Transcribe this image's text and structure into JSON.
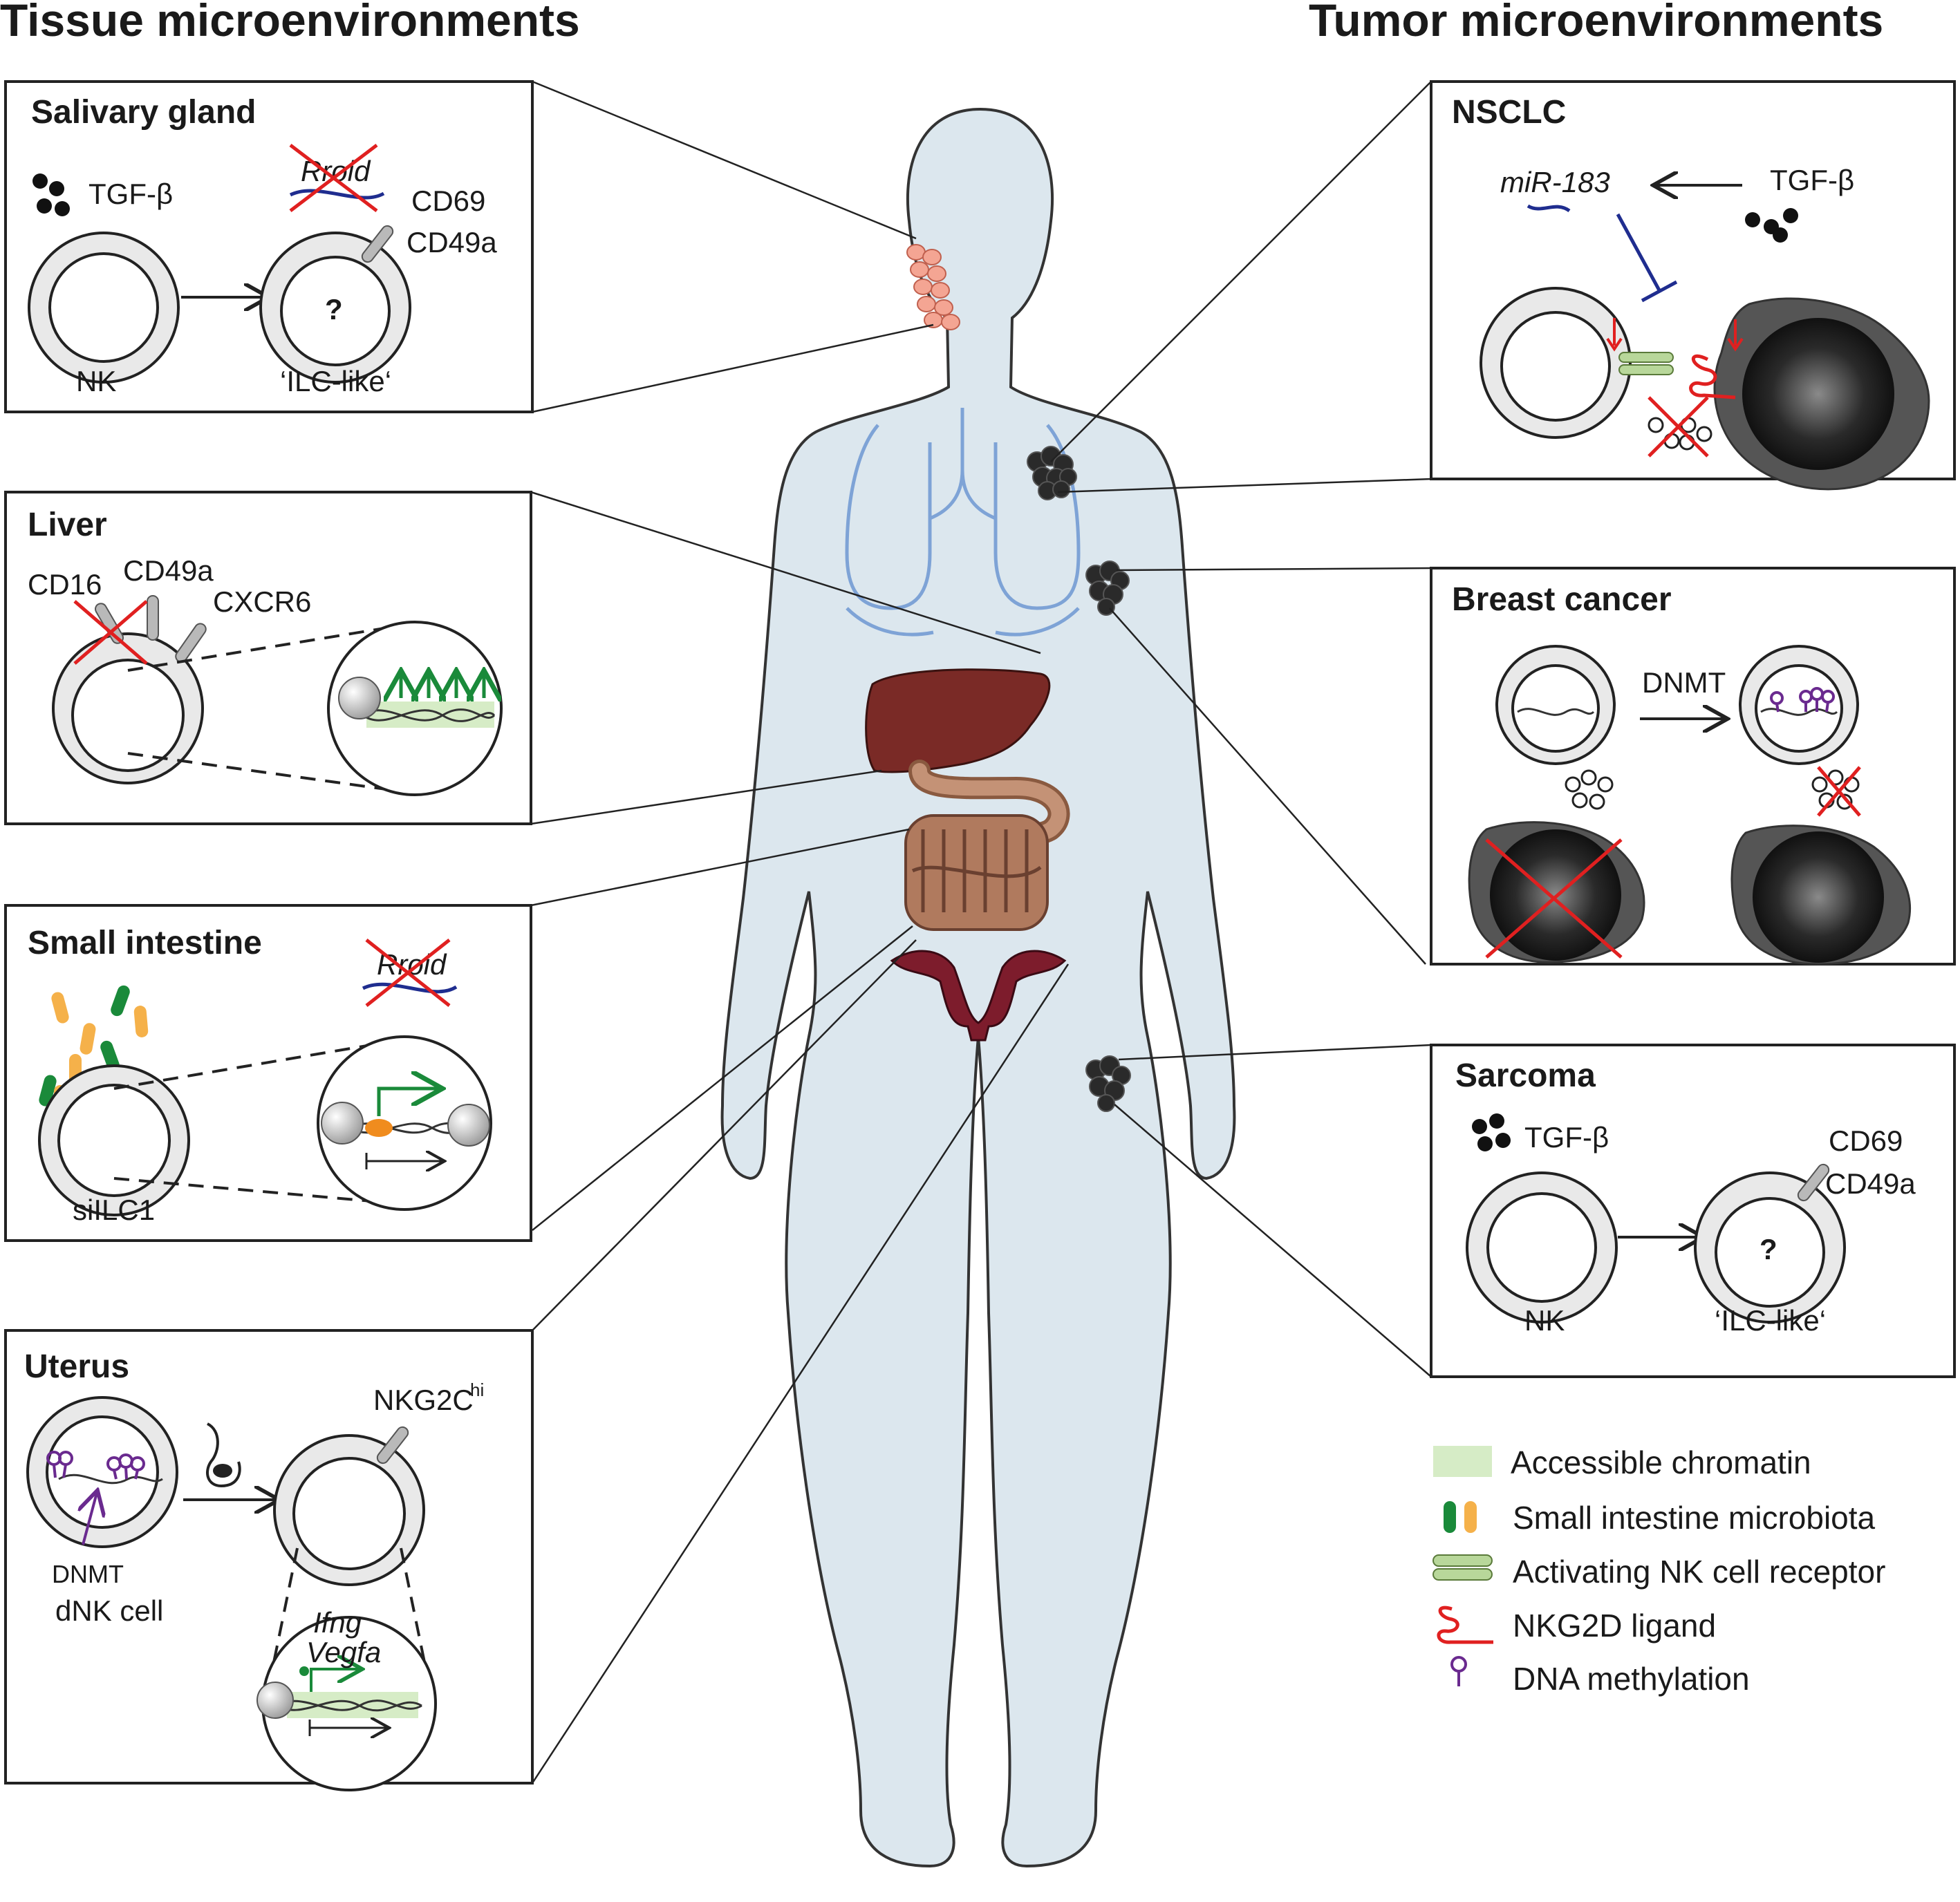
{
  "headers": {
    "left": "Tissue microenvironments",
    "right": "Tumor microenvironments"
  },
  "panels": {
    "salivary": {
      "title": "Salivary gland",
      "tgf": "TGF-β",
      "gene": "Rroid",
      "cd69": "CD69",
      "cd49a": "CD49a",
      "question": "?",
      "nk": "NK",
      "ilc": "‘ILC-like‘"
    },
    "liver": {
      "title": "Liver",
      "cd16": "CD16",
      "cd49a": "CD49a",
      "cxcr6": "CXCR6"
    },
    "intestine": {
      "title": "Small intestine",
      "gene": "Rroid",
      "cell": "siILC1"
    },
    "uterus": {
      "title": "Uterus",
      "nkg2c": "NKG2C",
      "nkg2c_sup": "hi",
      "dnmt": "DNMT",
      "cell": "dNK cell",
      "ifng": "Ifng",
      "vegfa": "Vegfa"
    },
    "nsclc": {
      "title": "NSCLC",
      "mir": "miR-183",
      "tgf": "TGF-β"
    },
    "breast": {
      "title": "Breast cancer",
      "dnmt": "DNMT"
    },
    "sarcoma": {
      "title": "Sarcoma",
      "tgf": "TGF-β",
      "cd69": "CD69",
      "cd49a": "CD49a",
      "question": "?",
      "nk": "NK",
      "ilc": "‘ILC-like‘"
    }
  },
  "legend": [
    {
      "label": "Accessible chromatin",
      "icon": "chromatin-swatch"
    },
    {
      "label": "Small intestine microbiota",
      "icon": "microbiota-icon"
    },
    {
      "label": "Activating NK cell receptor",
      "icon": "receptor-icon"
    },
    {
      "label": "NKG2D ligand",
      "icon": "ligand-icon"
    },
    {
      "label": "DNA methylation",
      "icon": "methylation-icon"
    }
  ],
  "colors": {
    "body": "#dce7ee",
    "lung": "#7ea3d6",
    "liver": "#7a2a26",
    "intestine": "#b07a5e",
    "uterus": "#7d1c2c",
    "tumor": "#222222",
    "gene_blue": "#1f2d8f",
    "green": "#1a8a3a",
    "purple": "#6a2a8f",
    "red": "#e02020",
    "chromatin": "#d6ecc6"
  }
}
